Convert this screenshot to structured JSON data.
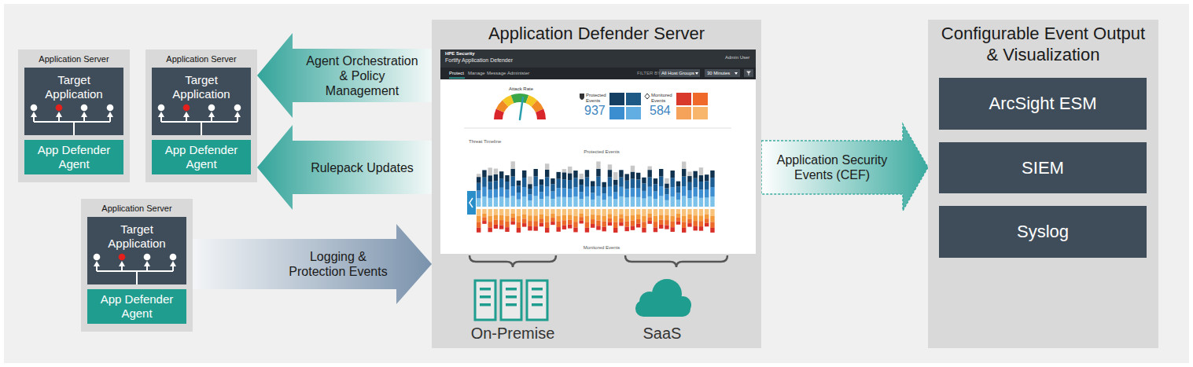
{
  "diagram": {
    "nodes": [
      {
        "text": [
          "Application Server"
        ]
      },
      {
        "text": [
          "Target Application"
        ],
        "in": 0
      },
      {
        "text": [
          "App Defender Agent"
        ],
        "in": 0
      },
      {
        "text": [
          "Application Server"
        ]
      },
      {
        "text": [
          "Target Application"
        ],
        "in": 3
      },
      {
        "text": [
          "App Defender Agent"
        ],
        "in": 3
      },
      {
        "text": [
          "Application Server"
        ]
      },
      {
        "text": [
          "Target Application"
        ],
        "in": 6
      },
      {
        "text": [
          "App Defender Agent"
        ],
        "in": 6
      },
      {
        "text": [
          "Application Defender Server"
        ]
      },
      {
        "text": [
          "Configurable Event Output & Visualization"
        ]
      },
      {
        "text": [
          "ArcSight ESM"
        ],
        "in": 10
      },
      {
        "text": [
          "SIEM"
        ],
        "in": 10
      },
      {
        "text": [
          "Syslog"
        ],
        "in": 10
      }
    ],
    "edges": [
      {
        "from": 9,
        "to": 3,
        "arrow": "to",
        "label": "Agent Orchestration & Policy Management"
      },
      {
        "from": 9,
        "to": 3,
        "arrow": "to",
        "label": "Rulepack Updates"
      },
      {
        "from": 6,
        "to": 9,
        "arrow": "to",
        "label": "Logging & Protection Events"
      },
      {
        "from": 9,
        "to": 10,
        "arrow": "to",
        "label": "Application Security Events (CEF)"
      }
    ],
    "labels": [
      "HPE Security",
      "Fortify Application Defender",
      "Admin User",
      "Protect",
      "Manage",
      "Message",
      "Administer",
      "FILTER BY",
      "All Host Groups",
      "30 Minutes",
      "Attack Rate",
      "Protected Events",
      "937",
      "Monitored Events",
      "584",
      "Threat Timeline",
      "Protected Events",
      "Monitored Events",
      "On-Premise",
      "SaaS"
    ]
  }
}
